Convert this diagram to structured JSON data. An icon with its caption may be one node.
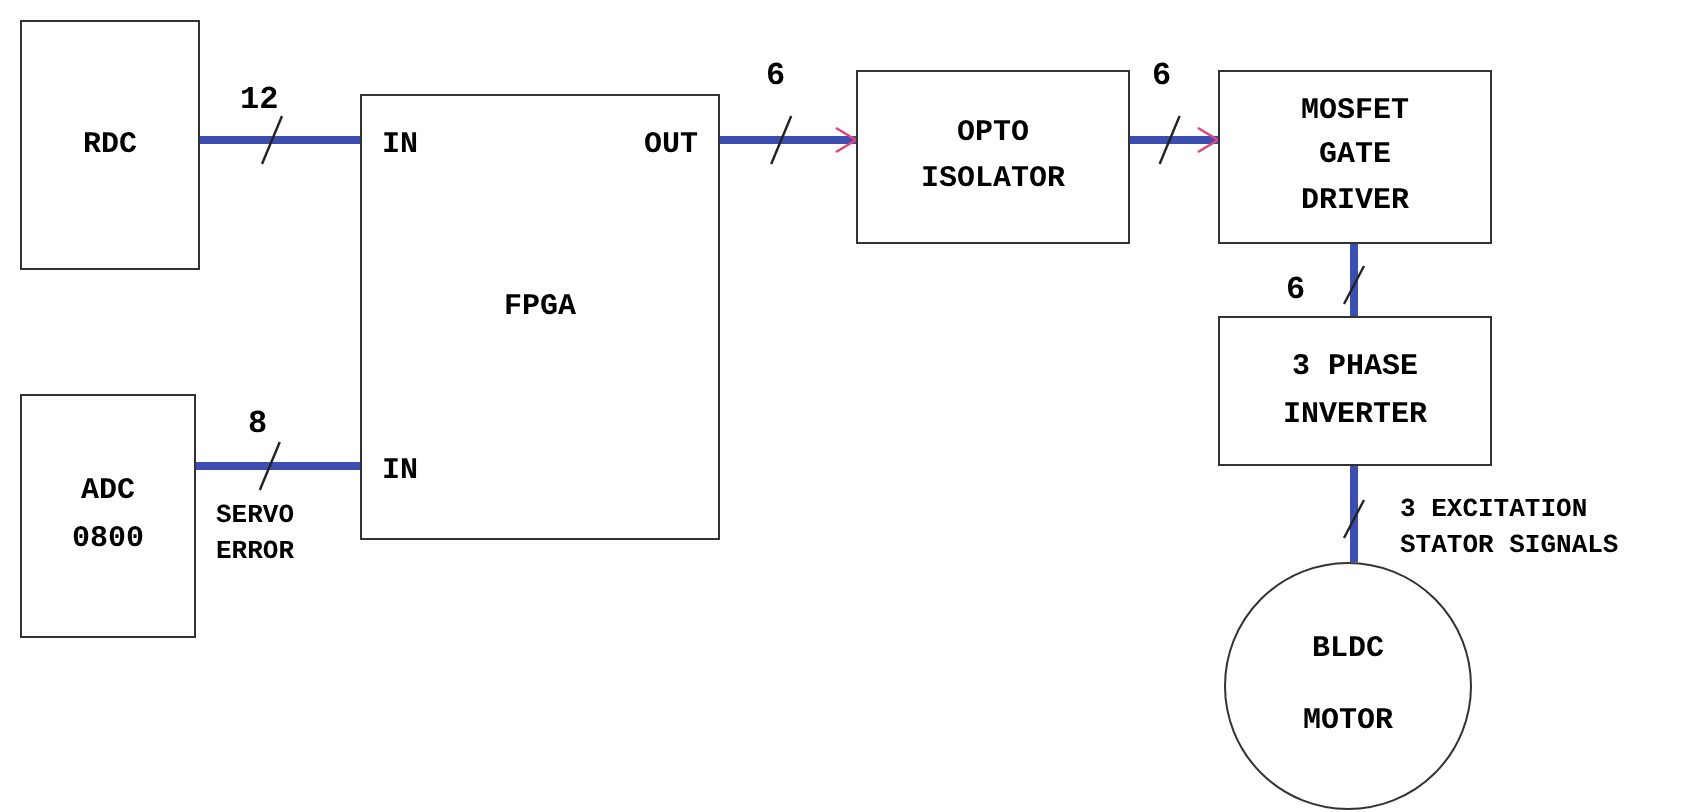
{
  "diagram": {
    "nodes": [
      {
        "text": [
          "RDC"
        ]
      },
      {
        "text": [
          "ADC 0800"
        ]
      },
      {
        "text": [
          "IN",
          "OUT",
          "FPGA",
          "IN"
        ]
      },
      {
        "text": [
          "OPTO ISOLATOR"
        ]
      },
      {
        "text": [
          "MOSFET GATE DRIVER"
        ]
      },
      {
        "text": [
          "3 PHASE INVERTER"
        ]
      },
      {
        "text": [
          "BLDC MOTOR"
        ],
        "beside": [
          "3 EXCITATION STATOR SIGNALS"
        ]
      }
    ],
    "edges": [
      {
        "from": 0,
        "to": 2,
        "arrow": "none",
        "label": "12"
      },
      {
        "from": 1,
        "to": 2,
        "arrow": "none",
        "label": "8"
      },
      {
        "from": 2,
        "to": 3,
        "arrow": "to",
        "label": "6"
      },
      {
        "from": 3,
        "to": 4,
        "arrow": "to",
        "label": "6"
      },
      {
        "from": 4,
        "to": 5,
        "arrow": "none",
        "label": "6"
      },
      {
        "from": 5,
        "to": 6,
        "arrow": "none"
      }
    ],
    "labels": [
      "SERVO ERROR"
    ]
  }
}
